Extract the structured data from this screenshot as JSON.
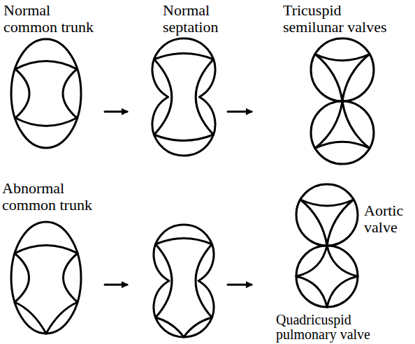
{
  "diagram": {
    "labels": [
      "Normal common trunk",
      "Normal septation",
      "Tricuspid semilunar valves",
      "Abnormal common trunk",
      "Aortic valve",
      "Quadricuspid pulmonary valve"
    ]
  }
}
